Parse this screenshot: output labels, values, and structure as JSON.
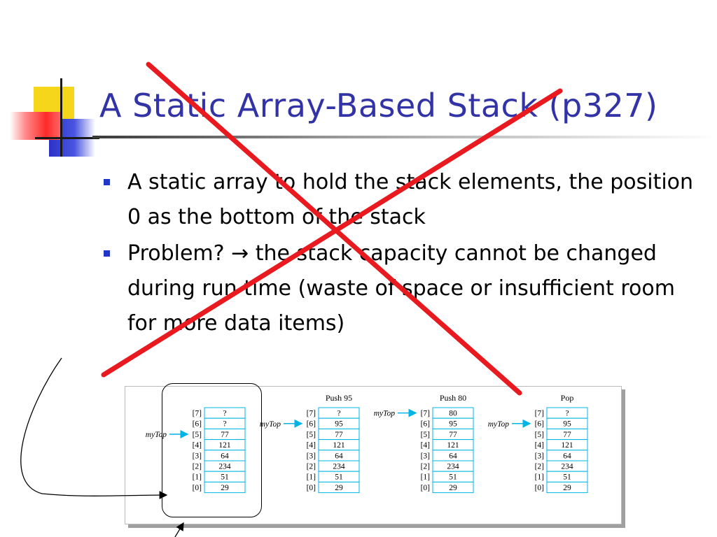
{
  "slide": {
    "title": "A Static Array-Based Stack (p327)",
    "bullets": [
      "A static array to hold the stack elements, the position 0 as the bottom of the stack",
      "Problem? → the stack capacity cannot be changed during run time (waste of space or insufficient room for more data items)"
    ]
  },
  "figure": {
    "pointer_label": "myTop",
    "indices": [
      "[7]",
      "[6]",
      "[5]",
      "[4]",
      "[3]",
      "[2]",
      "[1]",
      "[0]"
    ],
    "stacks": [
      {
        "label": "",
        "cells": [
          "?",
          "?",
          "77",
          "121",
          "64",
          "234",
          "51",
          "29"
        ],
        "top_row": "[5]"
      },
      {
        "label": "Push 95",
        "cells": [
          "?",
          "95",
          "77",
          "121",
          "64",
          "234",
          "51",
          "29"
        ],
        "top_row": "[6]"
      },
      {
        "label": "Push 80",
        "cells": [
          "80",
          "95",
          "77",
          "121",
          "64",
          "234",
          "51",
          "29"
        ],
        "top_row": "[7]"
      },
      {
        "label": "Pop",
        "cells": [
          "?",
          "95",
          "77",
          "121",
          "64",
          "234",
          "51",
          "29"
        ],
        "top_row": "[6]"
      }
    ]
  },
  "colors": {
    "title": "#3333a8",
    "bullet": "#1f36c9",
    "cross": "#e8191f",
    "cell_border": "#00b4e6",
    "arrow": "#00b4e6"
  }
}
